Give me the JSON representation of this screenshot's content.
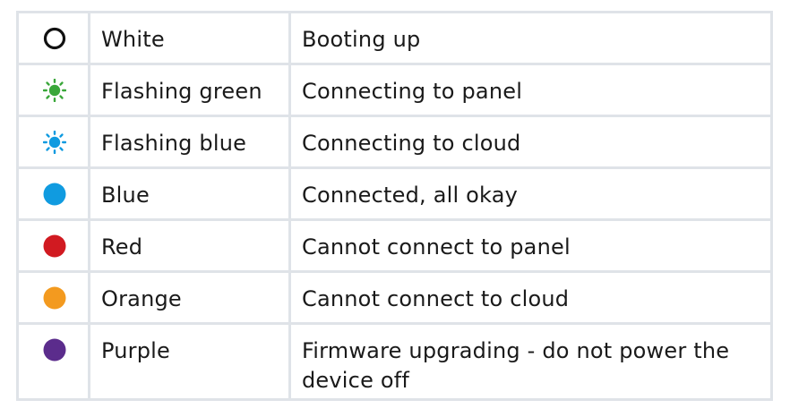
{
  "rows": [
    {
      "icon": "white-ring-icon",
      "color": "#111111",
      "name": "White",
      "description": "Booting up"
    },
    {
      "icon": "flashing-green-icon",
      "color": "#3aa73a",
      "name": "Flashing green",
      "description": "Connecting to panel"
    },
    {
      "icon": "flashing-blue-icon",
      "color": "#0f9ae0",
      "name": "Flashing blue",
      "description": "Connecting to cloud"
    },
    {
      "icon": "blue-dot-icon",
      "color": "#109be0",
      "name": "Blue",
      "description": "Connected, all okay"
    },
    {
      "icon": "red-dot-icon",
      "color": "#d11a21",
      "name": "Red",
      "description": "Cannot connect to panel"
    },
    {
      "icon": "orange-dot-icon",
      "color": "#f39a1f",
      "name": "Orange",
      "description": "Cannot connect to cloud"
    },
    {
      "icon": "purple-dot-icon",
      "color": "#5b2c8c",
      "name": "Purple",
      "description": "Firmware upgrading - do not power the device off"
    }
  ]
}
